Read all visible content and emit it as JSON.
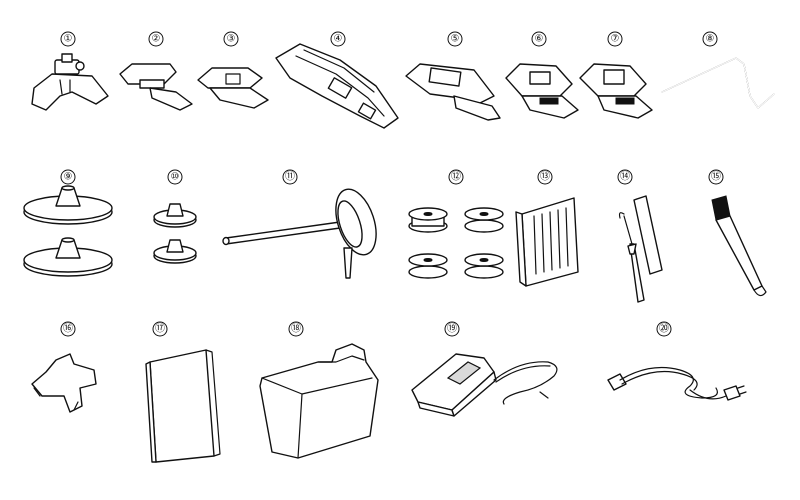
{
  "items": [
    {
      "label": "①",
      "name": "zigzag-foot"
    },
    {
      "label": "②",
      "name": "zipper-foot"
    },
    {
      "label": "③",
      "name": "satin-stitch-foot"
    },
    {
      "label": "④",
      "name": "buttonhole-foot"
    },
    {
      "label": "⑤",
      "name": "blind-stitch-foot"
    },
    {
      "label": "⑥",
      "name": "button-sewing-foot"
    },
    {
      "label": "⑦",
      "name": "overcasting-foot"
    },
    {
      "label": "⑧",
      "name": "quilting-guide"
    },
    {
      "label": "⑨",
      "name": "spool-caps-large"
    },
    {
      "label": "⑩",
      "name": "spool-caps-small"
    },
    {
      "label": "⑪",
      "name": "spool-pin-with-disc"
    },
    {
      "label": "⑫",
      "name": "bobbins"
    },
    {
      "label": "⑬",
      "name": "needle-pack"
    },
    {
      "label": "⑭",
      "name": "seam-ripper"
    },
    {
      "label": "⑮",
      "name": "lint-brush"
    },
    {
      "label": "⑯",
      "name": "screwdriver-tool"
    },
    {
      "label": "⑰",
      "name": "instruction-manual"
    },
    {
      "label": "⑱",
      "name": "dust-cover"
    },
    {
      "label": "⑲",
      "name": "foot-controller"
    },
    {
      "label": "⑳",
      "name": "power-cord"
    }
  ]
}
